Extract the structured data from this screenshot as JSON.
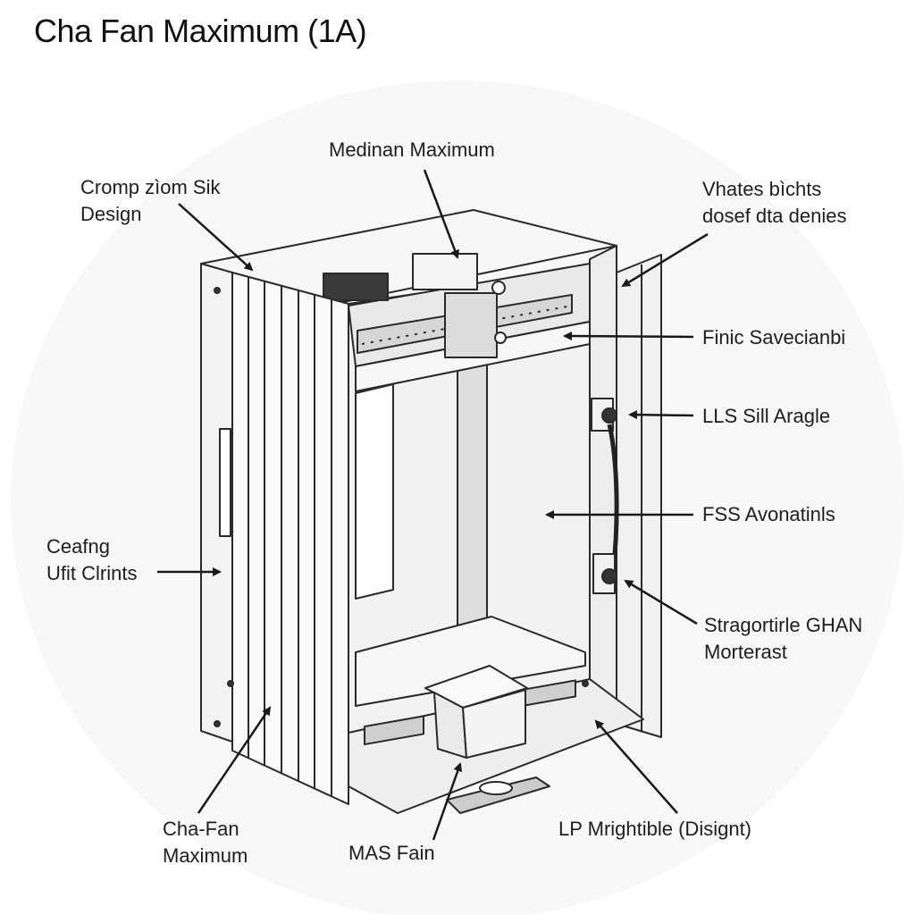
{
  "title": "Cha Fan Maximum (1A)",
  "labels": {
    "medinan": {
      "lines": [
        "Medinan Maximum"
      ]
    },
    "cromp": {
      "lines": [
        "Cromp zìom Sik",
        "Design"
      ]
    },
    "vhates": {
      "lines": [
        "Vhates bìchts",
        "dosef dta denies"
      ]
    },
    "finic": {
      "lines": [
        "Finic Savecianbi"
      ]
    },
    "lls": {
      "lines": [
        "LLS Sill Aragle"
      ]
    },
    "fss": {
      "lines": [
        "FSS Avonatinls"
      ]
    },
    "ceafng": {
      "lines": [
        "Ceafng",
        "Ufit Clrints"
      ]
    },
    "stragortirle": {
      "lines": [
        "Stragortirle GHAN",
        "Morterast"
      ]
    },
    "chafan": {
      "lines": [
        "Cha-Fan",
        "Maximum"
      ]
    },
    "mas": {
      "lines": [
        "MAS Fain"
      ]
    },
    "lp": {
      "lines": [
        "LP Mrightible (Disignt)"
      ]
    }
  },
  "colors": {
    "line": "#2a2a2a",
    "panel": "#f4f4f4",
    "panel_dark": "#e2e2e2",
    "background": "#ffffff"
  }
}
